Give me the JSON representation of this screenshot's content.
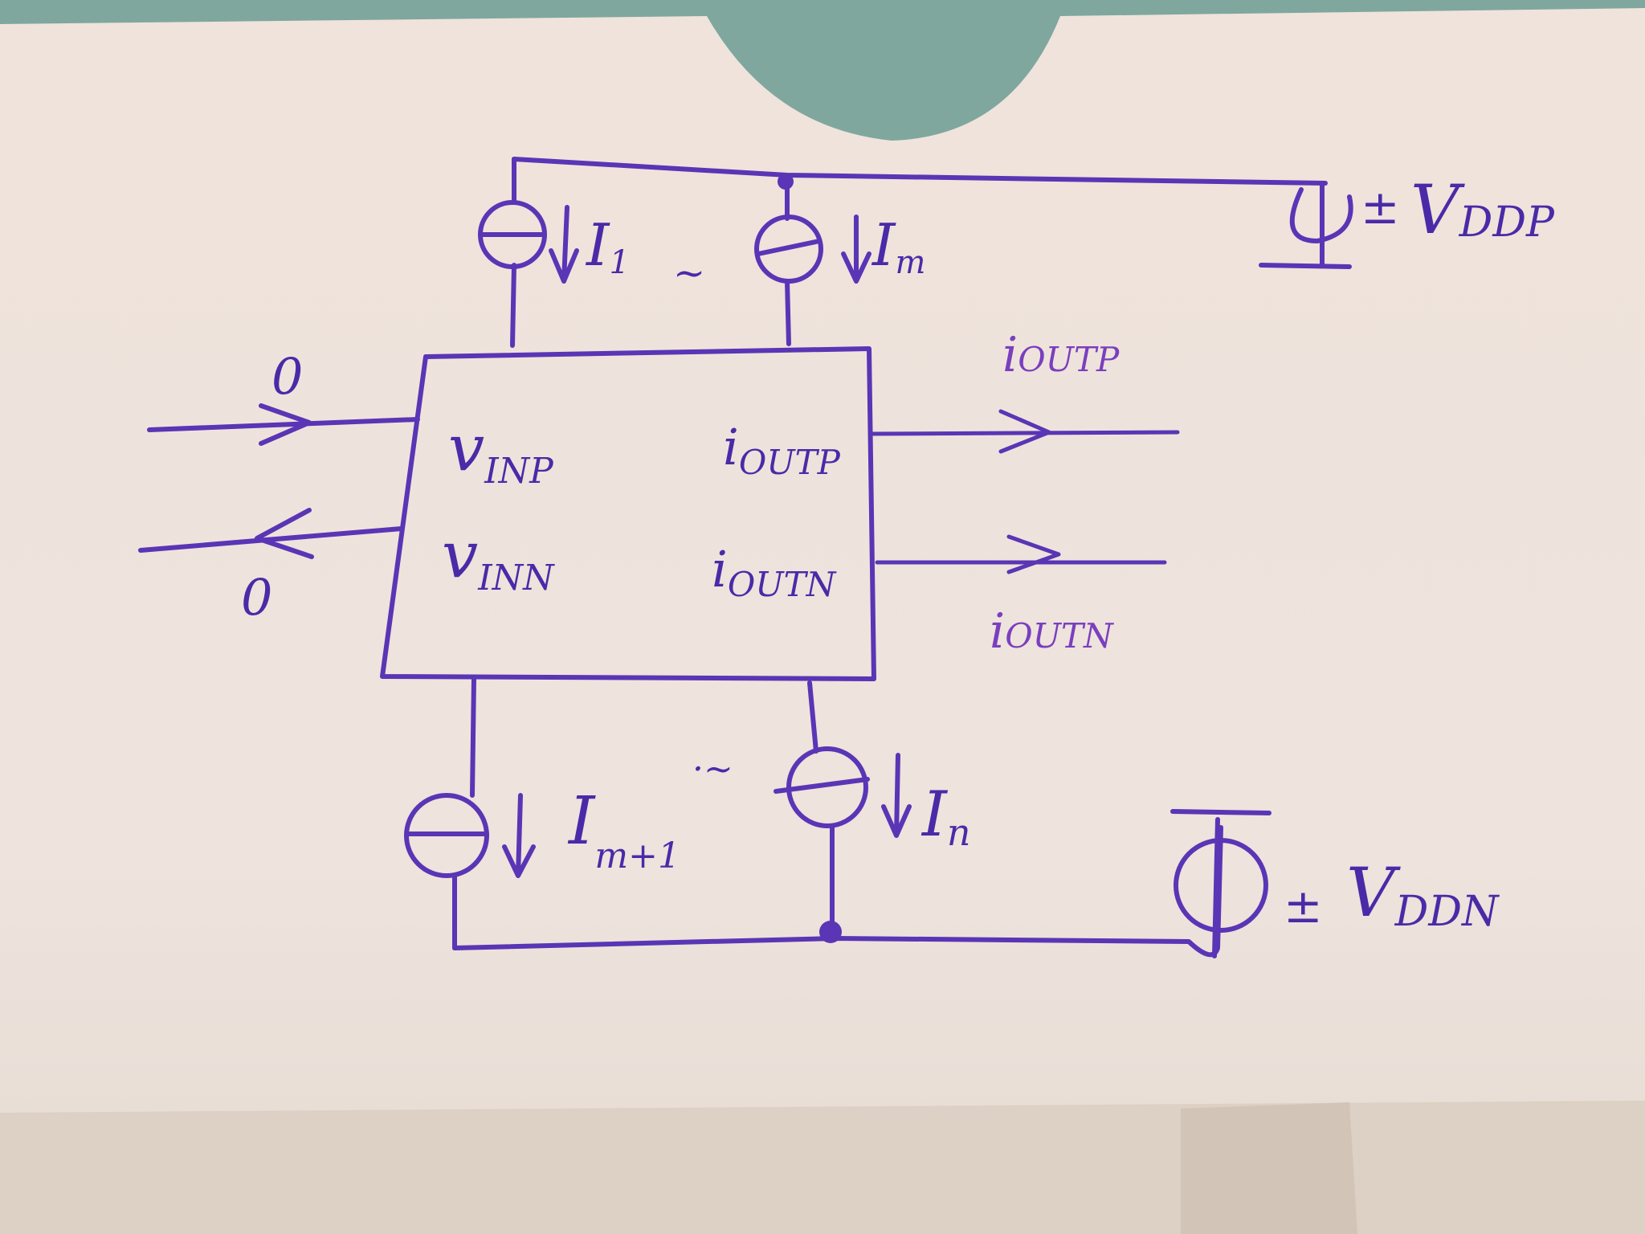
{
  "diagram": {
    "inputs": {
      "top_value": "0",
      "bottom_value": "0"
    },
    "block": {
      "port_vinp": "v",
      "port_vinp_sub": "INP",
      "port_vinn": "v",
      "port_vinn_sub": "INN",
      "port_ioutp": "i",
      "port_ioutp_sub": "OUTP",
      "port_ioutn": "i",
      "port_ioutn_sub": "OUTN"
    },
    "outputs": {
      "top": "i",
      "top_sub": "OUTP",
      "bottom": "i",
      "bottom_sub": "OUTN"
    },
    "current_sources": {
      "top_left": "I",
      "top_left_sub": "1",
      "top_ellipsis": "~",
      "top_right": "I",
      "top_right_sub": "m",
      "bottom_left": "I",
      "bottom_left_sub": "m+1",
      "bottom_ellipsis": "·~",
      "bottom_right": "I",
      "bottom_right_sub": "n"
    },
    "supplies": {
      "top_sign": "±",
      "top_label": "V",
      "top_label_sub": "DDP",
      "bottom_sign": "±",
      "bottom_label": "V",
      "bottom_label_sub": "DDN"
    }
  }
}
